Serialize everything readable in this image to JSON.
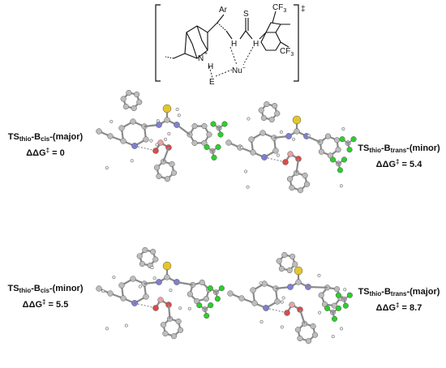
{
  "scheme": {
    "dagger": "‡",
    "atoms": {
      "ar": "Ar",
      "s": "S",
      "cf3_top": "CF",
      "cf3_top_sub": "3",
      "cf3_right": "CF",
      "cf3_right_sub": "3",
      "n_plus": "N",
      "plus": "+",
      "h1": "H",
      "h2": "H",
      "h3": "H",
      "e": "E",
      "nu": "Nu",
      "nu_charge": "−"
    }
  },
  "labels": [
    {
      "id": "ts1",
      "prefix": "TS",
      "sub1": "thio",
      "mid": "-B",
      "sub2": "cis",
      "suffix": "-(major)",
      "ddg_prefix": "ΔΔG",
      "ddg_sup": "‡",
      "ddg_value": " = 0"
    },
    {
      "id": "ts2",
      "prefix": "TS",
      "sub1": "thio",
      "mid": "-B",
      "sub2": "trans",
      "suffix": "-(minor)",
      "ddg_prefix": "ΔΔG",
      "ddg_sup": "‡",
      "ddg_value": " = 5.4"
    },
    {
      "id": "ts3",
      "prefix": "TS",
      "sub1": "thio",
      "mid": "-B",
      "sub2": "cis",
      "suffix": "-(minor)",
      "ddg_prefix": "ΔΔG",
      "ddg_sup": "‡",
      "ddg_value": " = 5.5"
    },
    {
      "id": "ts4",
      "prefix": "TS",
      "sub1": "thio",
      "mid": "-B",
      "sub2": "trans",
      "suffix": "-(major)",
      "ddg_prefix": "ΔΔG",
      "ddg_sup": "‡",
      "ddg_value": " = 8.7"
    }
  ],
  "colors": {
    "carbon": "#bdbdbd",
    "nitrogen": "#7f7fd6",
    "oxygen": "#e04848",
    "sulfur": "#e3c62a",
    "fluorine": "#2ccf2c",
    "boron": "#e8a3a3",
    "bond": "#8a8a8a"
  }
}
